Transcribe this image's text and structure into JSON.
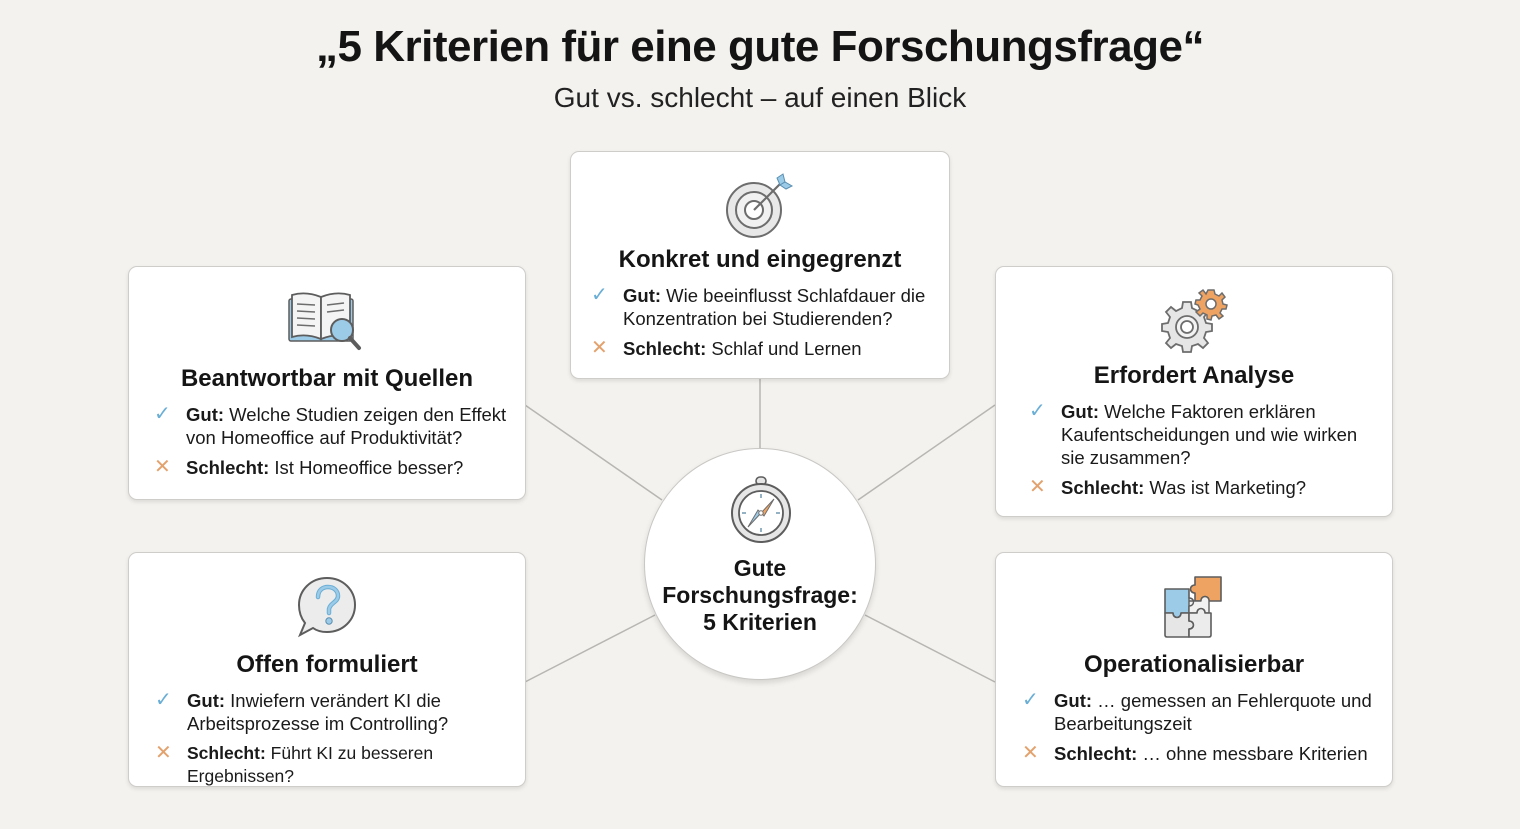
{
  "header": {
    "title": "„5 Kriterien für eine gute Forschungsfrage“",
    "subtitle": "Gut vs. schlecht – auf einen Blick"
  },
  "center": {
    "icon": "compass-icon",
    "line1": "Gute",
    "line2": "Forschungsfrage:",
    "line3": "5 Kriterien"
  },
  "labels": {
    "good_prefix": "Gut:",
    "bad_prefix": "Schlecht:",
    "good_mark": "✓",
    "bad_mark": "✕"
  },
  "criteria": [
    {
      "id": "konkret",
      "icon": "target-icon",
      "title": "Konkret und eingegrenzt",
      "good_line1": "Wie beeinflusst Schlafdauer die",
      "good_line2": "Konzentration bei Studierenden?",
      "bad": "Schlaf und Lernen"
    },
    {
      "id": "beantwortbar",
      "icon": "book-search-icon",
      "title": "Beantwortbar mit Quellen",
      "good_line1": "Welche Studien zeigen den Effekt",
      "good_line2": "von Homeoffice auf Produktivität?",
      "bad": "Ist Homeoffice besser?"
    },
    {
      "id": "analyse",
      "icon": "gears-icon",
      "title": "Erfordert Analyse",
      "good_line1": "Welche Faktoren erklären",
      "good_line2": "Kaufentscheidungen und wie wirken",
      "good_line3": "sie zusammen?",
      "bad": "Was ist Marketing?"
    },
    {
      "id": "offen",
      "icon": "question-bubble-icon",
      "title": "Offen formuliert",
      "good_line1": "Inwiefern verändert KI die",
      "good_line2": "Arbeitsprozesse im Controlling?",
      "bad": "Führt KI zu besseren Ergebnissen?"
    },
    {
      "id": "operationalisierbar",
      "icon": "puzzle-icon",
      "title": "Operationalisierbar",
      "good_line1": "… gemessen an Fehlerquote und",
      "good_line2": "Bearbeitungszeit",
      "bad": "… ohne messbare Kriterien"
    }
  ],
  "colors": {
    "background": "#f4f2ee",
    "good": "#6aaed6",
    "bad": "#e3a26d",
    "icon_blue": "#9ccbe8",
    "icon_orange": "#eea363",
    "icon_gray": "#e6e6e6",
    "connector": "#b8b6b2"
  }
}
